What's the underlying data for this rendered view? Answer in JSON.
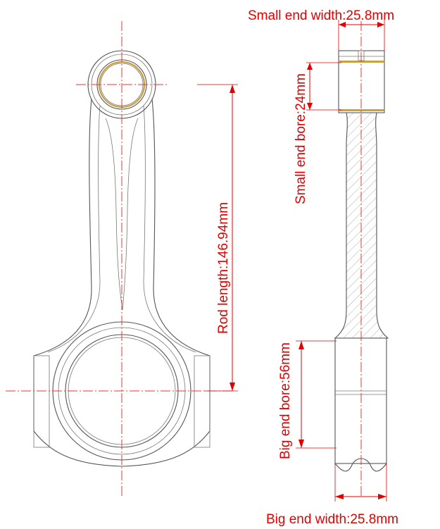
{
  "dimensions": {
    "small_end_width": "Small end width:25.8mm",
    "small_end_bore": "Small end bore:24mm",
    "rod_length": "Rod length:146.94mm",
    "big_end_bore": "Big end bore:56mm",
    "big_end_width": "Big end width:25.8mm"
  },
  "colors": {
    "dimension": "#e00000",
    "centerline": "#e53935",
    "outline": "#555555",
    "bushing": "#c8a040"
  }
}
